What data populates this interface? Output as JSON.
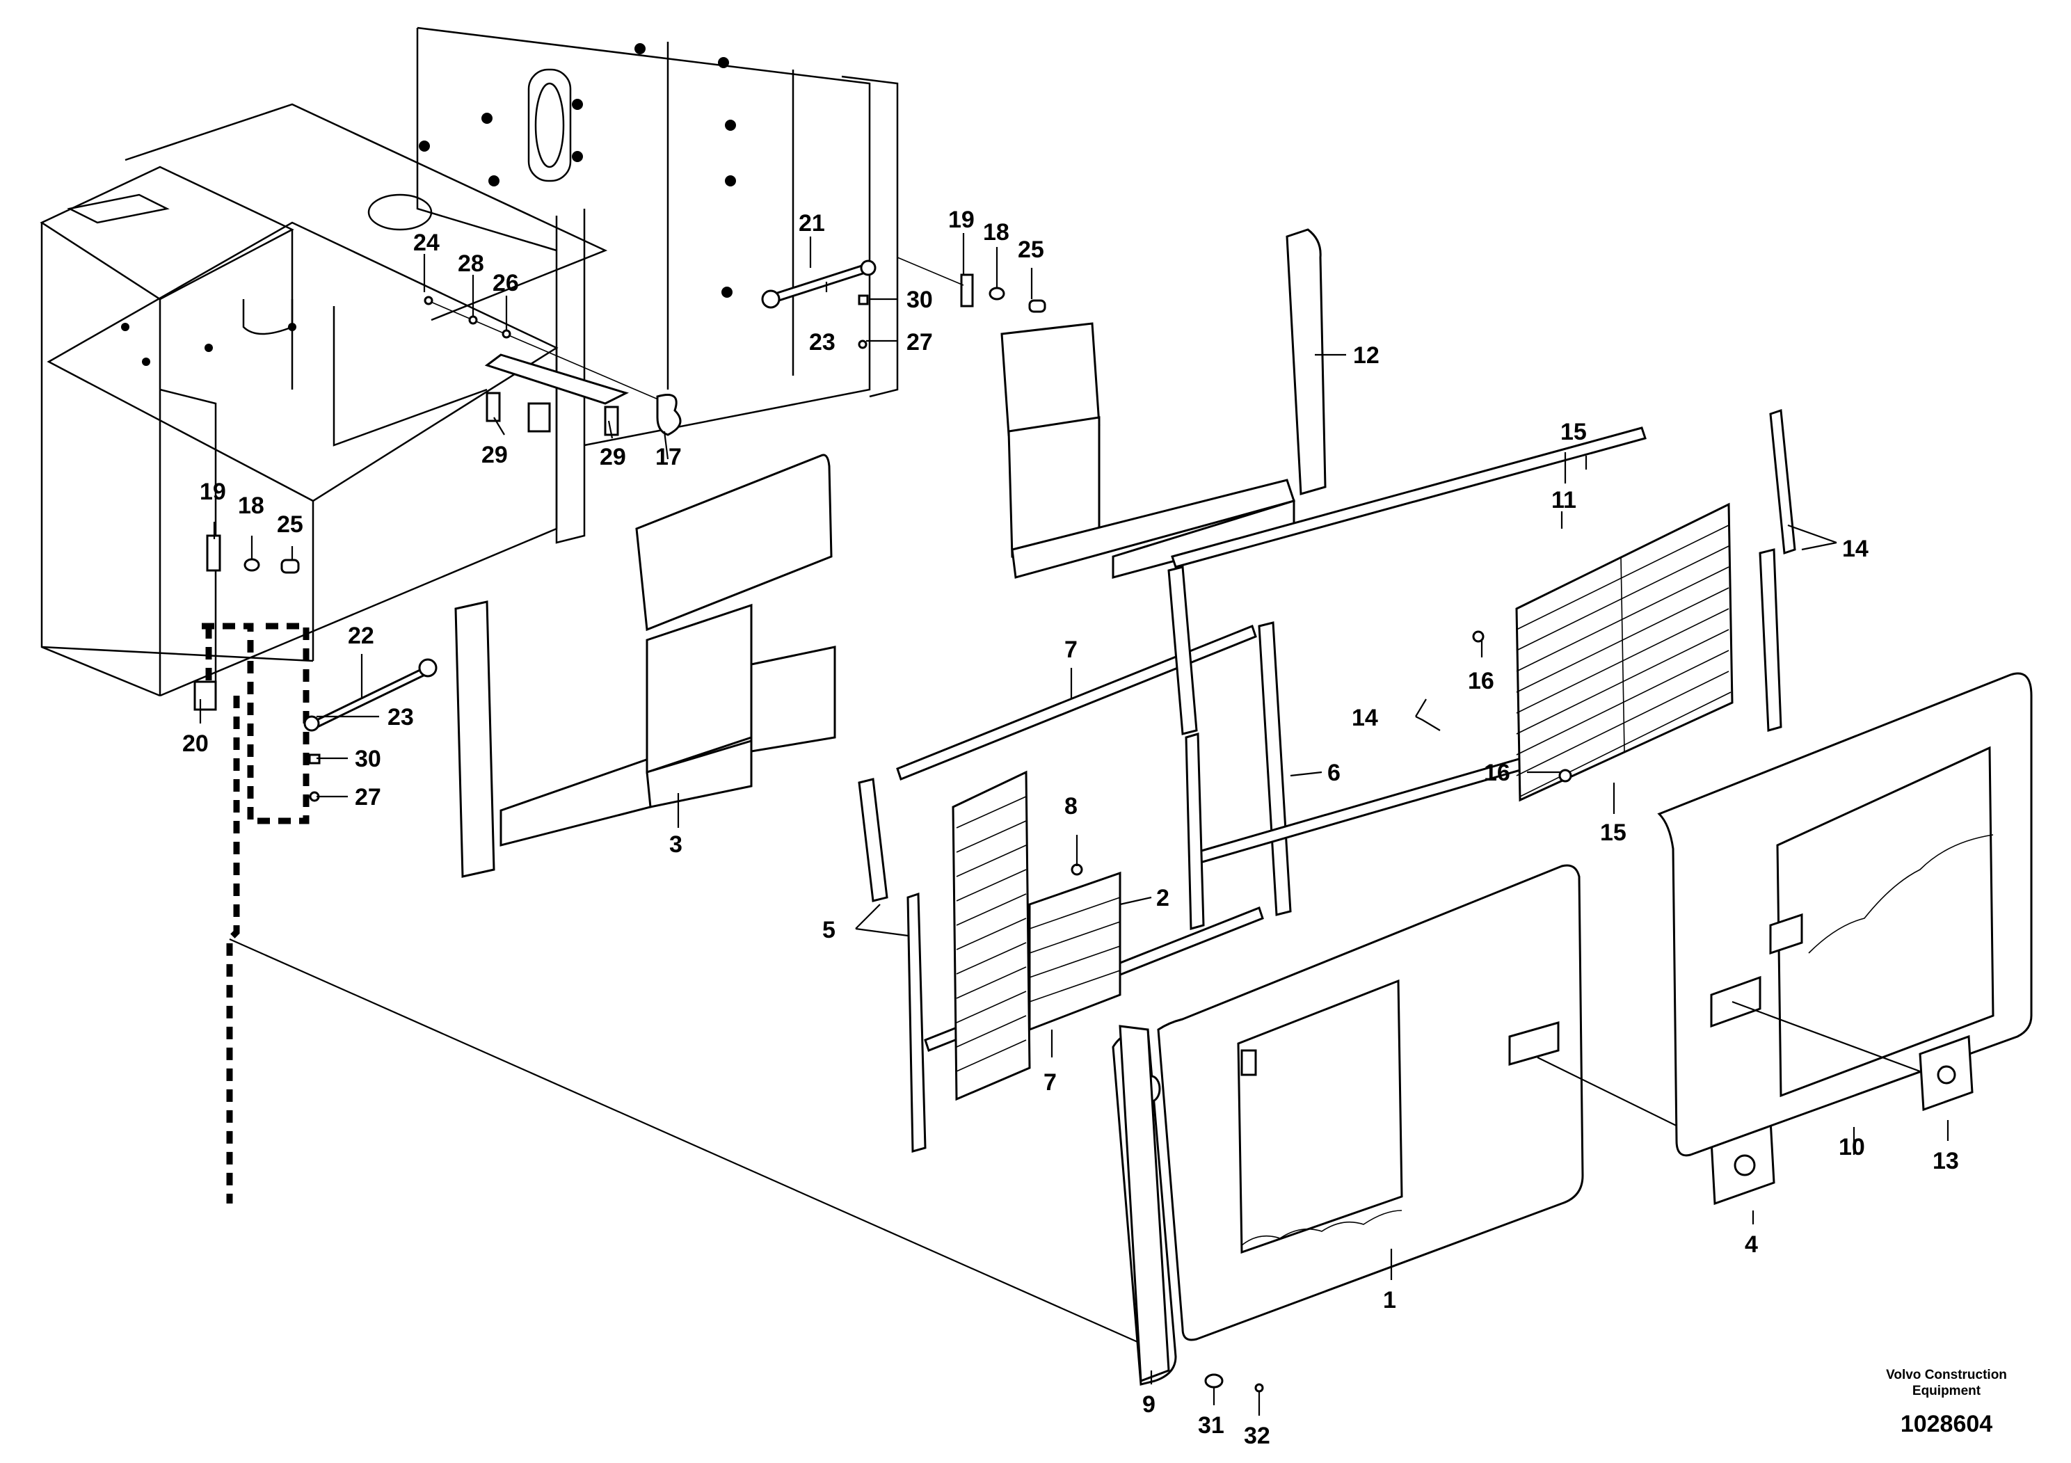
{
  "diagram": {
    "callouts": {
      "c1": "1",
      "c2": "2",
      "c3": "3",
      "c4": "4",
      "c5": "5",
      "c6": "6",
      "c7a": "7",
      "c7b": "7",
      "c8": "8",
      "c9": "9",
      "c10": "10",
      "c11": "11",
      "c12": "12",
      "c13": "13",
      "c14a": "14",
      "c14b": "14",
      "c15a": "15",
      "c15b": "15",
      "c16a": "16",
      "c16b": "16",
      "c17": "17",
      "c18a": "18",
      "c18b": "18",
      "c19a": "19",
      "c19b": "19",
      "c20": "20",
      "c21": "21",
      "c22": "22",
      "c23a": "23",
      "c23b": "23",
      "c24": "24",
      "c25a": "25",
      "c25b": "25",
      "c26": "26",
      "c27a": "27",
      "c27b": "27",
      "c28": "28",
      "c29a": "29",
      "c29b": "29",
      "c30a": "30",
      "c30b": "30",
      "c31": "31",
      "c32": "32"
    },
    "brand_line1": "Volvo Construction",
    "brand_line2": "Equipment",
    "doc_number": "1028604"
  }
}
